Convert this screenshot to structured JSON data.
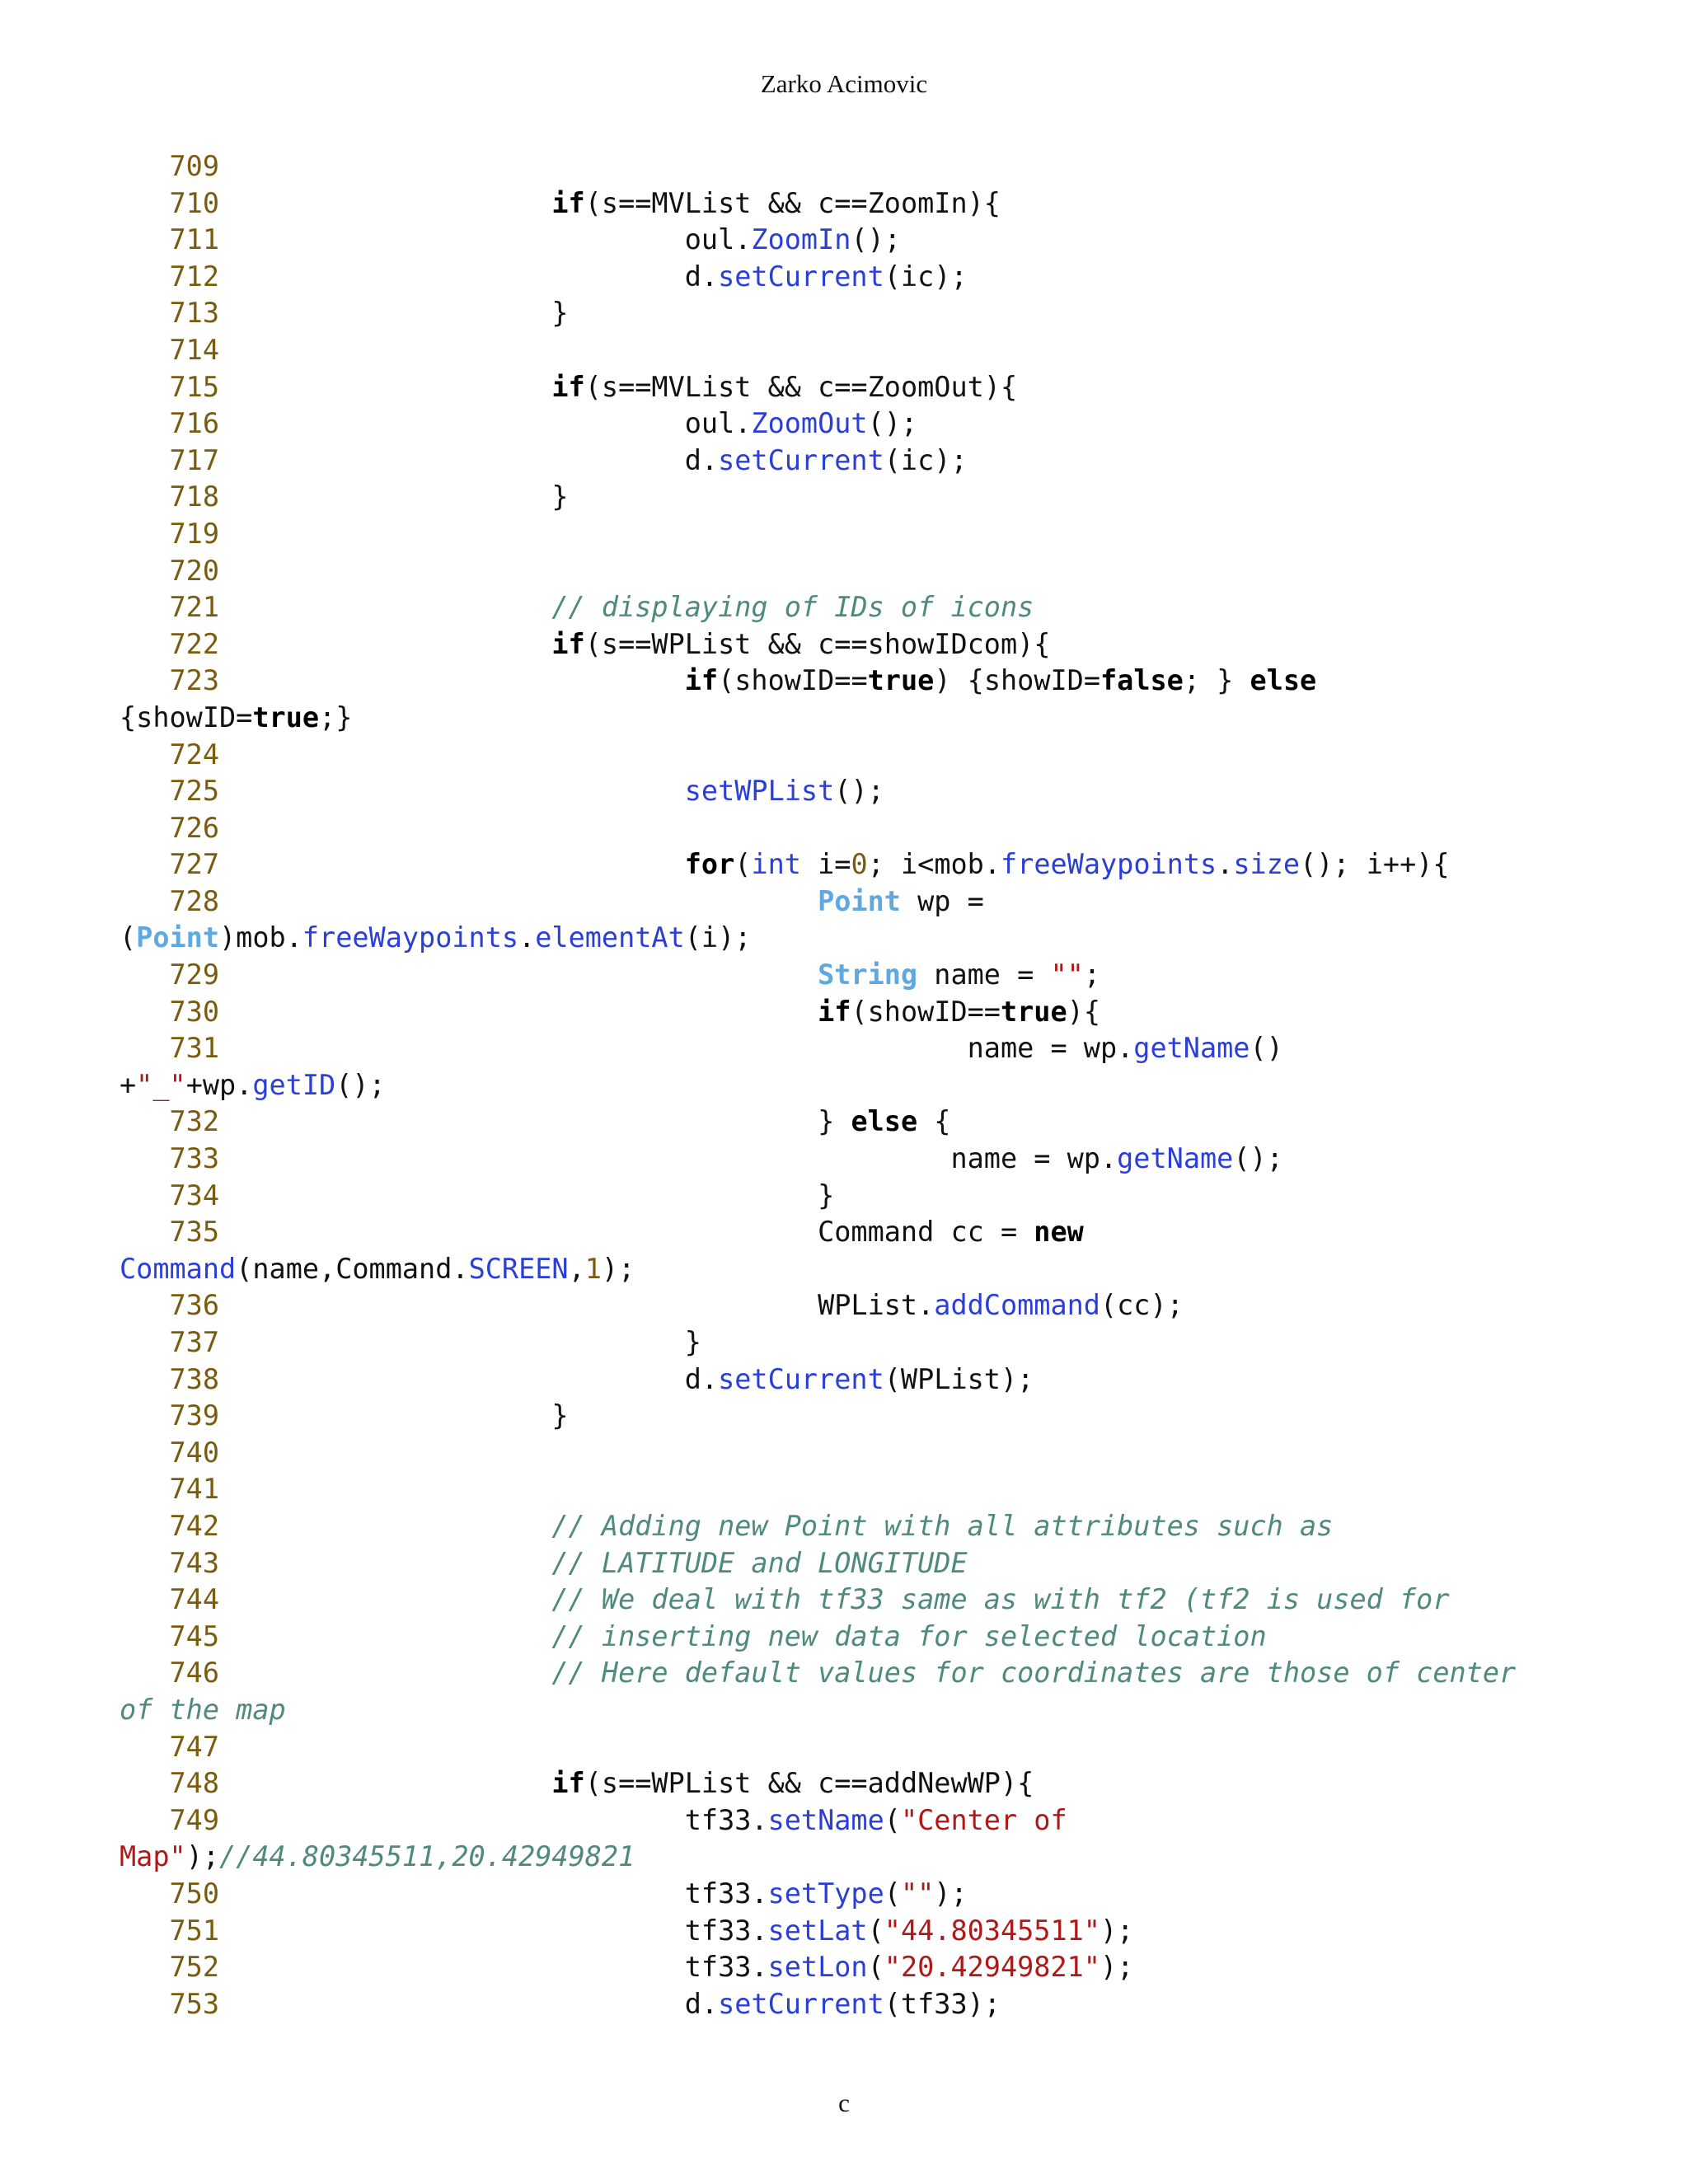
{
  "header": {
    "author": "Zarko Acimovic"
  },
  "footer": {
    "page_marker": "c"
  },
  "code_lines": [
    [
      [
        "ln",
        "   709"
      ]
    ],
    [
      [
        "ln",
        "   710"
      ],
      [
        "tx",
        "                    "
      ],
      [
        "kw",
        "if"
      ],
      [
        "tx",
        "(s==MVList && c==ZoomIn){"
      ]
    ],
    [
      [
        "ln",
        "   711"
      ],
      [
        "tx",
        "                            oul."
      ],
      [
        "fn",
        "ZoomIn"
      ],
      [
        "tx",
        "();"
      ]
    ],
    [
      [
        "ln",
        "   712"
      ],
      [
        "tx",
        "                            d."
      ],
      [
        "fn",
        "setCurrent"
      ],
      [
        "tx",
        "(ic);"
      ]
    ],
    [
      [
        "ln",
        "   713"
      ],
      [
        "tx",
        "                    }"
      ]
    ],
    [
      [
        "ln",
        "   714"
      ]
    ],
    [
      [
        "ln",
        "   715"
      ],
      [
        "tx",
        "                    "
      ],
      [
        "kw",
        "if"
      ],
      [
        "tx",
        "(s==MVList && c==ZoomOut){"
      ]
    ],
    [
      [
        "ln",
        "   716"
      ],
      [
        "tx",
        "                            oul."
      ],
      [
        "fn",
        "ZoomOut"
      ],
      [
        "tx",
        "();"
      ]
    ],
    [
      [
        "ln",
        "   717"
      ],
      [
        "tx",
        "                            d."
      ],
      [
        "fn",
        "setCurrent"
      ],
      [
        "tx",
        "(ic);"
      ]
    ],
    [
      [
        "ln",
        "   718"
      ],
      [
        "tx",
        "                    }"
      ]
    ],
    [
      [
        "ln",
        "   719"
      ]
    ],
    [
      [
        "ln",
        "   720"
      ]
    ],
    [
      [
        "ln",
        "   721"
      ],
      [
        "tx",
        "                    "
      ],
      [
        "cm",
        "// displaying of IDs of icons"
      ]
    ],
    [
      [
        "ln",
        "   722"
      ],
      [
        "tx",
        "                    "
      ],
      [
        "kw",
        "if"
      ],
      [
        "tx",
        "(s==WPList && c==showIDcom){"
      ]
    ],
    [
      [
        "ln",
        "   723"
      ],
      [
        "tx",
        "                            "
      ],
      [
        "kw",
        "if"
      ],
      [
        "tx",
        "(showID=="
      ],
      [
        "kw",
        "true"
      ],
      [
        "tx",
        ") {showID="
      ],
      [
        "kw",
        "false"
      ],
      [
        "tx",
        "; } "
      ],
      [
        "kw",
        "else"
      ]
    ],
    [
      [
        "tx",
        "{showID="
      ],
      [
        "kw",
        "true"
      ],
      [
        "tx",
        ";}"
      ]
    ],
    [
      [
        "ln",
        "   724"
      ]
    ],
    [
      [
        "ln",
        "   725"
      ],
      [
        "tx",
        "                            "
      ],
      [
        "fn",
        "setWPList"
      ],
      [
        "tx",
        "();"
      ]
    ],
    [
      [
        "ln",
        "   726"
      ]
    ],
    [
      [
        "ln",
        "   727"
      ],
      [
        "tx",
        "                            "
      ],
      [
        "kw",
        "for"
      ],
      [
        "tx",
        "("
      ],
      [
        "fn",
        "int"
      ],
      [
        "tx",
        " i="
      ],
      [
        "nm",
        "0"
      ],
      [
        "tx",
        "; i<mob."
      ],
      [
        "fn",
        "freeWaypoints"
      ],
      [
        "tx",
        "."
      ],
      [
        "fn",
        "size"
      ],
      [
        "tx",
        "(); i++){"
      ]
    ],
    [
      [
        "ln",
        "   728"
      ],
      [
        "tx",
        "                                    "
      ],
      [
        "ty",
        "Point"
      ],
      [
        "tx",
        " wp ="
      ]
    ],
    [
      [
        "tx",
        "("
      ],
      [
        "ty",
        "Point"
      ],
      [
        "tx",
        ")mob."
      ],
      [
        "fn",
        "freeWaypoints"
      ],
      [
        "tx",
        "."
      ],
      [
        "fn",
        "elementAt"
      ],
      [
        "tx",
        "(i);"
      ]
    ],
    [
      [
        "ln",
        "   729"
      ],
      [
        "tx",
        "                                    "
      ],
      [
        "ty",
        "String"
      ],
      [
        "tx",
        " name = "
      ],
      [
        "st",
        "\"\""
      ],
      [
        "tx",
        ";"
      ]
    ],
    [
      [
        "ln",
        "   730"
      ],
      [
        "tx",
        "                                    "
      ],
      [
        "kw",
        "if"
      ],
      [
        "tx",
        "(showID=="
      ],
      [
        "kw",
        "true"
      ],
      [
        "tx",
        "){"
      ]
    ],
    [
      [
        "ln",
        "   731"
      ],
      [
        "tx",
        "                                             name = wp."
      ],
      [
        "fn",
        "getName"
      ],
      [
        "tx",
        "()"
      ]
    ],
    [
      [
        "tx",
        "+"
      ],
      [
        "st",
        "\"_\""
      ],
      [
        "tx",
        "+wp."
      ],
      [
        "fn",
        "getID"
      ],
      [
        "tx",
        "();"
      ]
    ],
    [
      [
        "ln",
        "   732"
      ],
      [
        "tx",
        "                                    } "
      ],
      [
        "kw",
        "else"
      ],
      [
        "tx",
        " {"
      ]
    ],
    [
      [
        "ln",
        "   733"
      ],
      [
        "tx",
        "                                            name = wp."
      ],
      [
        "fn",
        "getName"
      ],
      [
        "tx",
        "();"
      ]
    ],
    [
      [
        "ln",
        "   734"
      ],
      [
        "tx",
        "                                    }"
      ]
    ],
    [
      [
        "ln",
        "   735"
      ],
      [
        "tx",
        "                                    Command cc = "
      ],
      [
        "kw",
        "new"
      ]
    ],
    [
      [
        "fn",
        "Command"
      ],
      [
        "tx",
        "(name,Command."
      ],
      [
        "fn",
        "SCREEN"
      ],
      [
        "tx",
        ","
      ],
      [
        "nm",
        "1"
      ],
      [
        "tx",
        ");"
      ]
    ],
    [
      [
        "ln",
        "   736"
      ],
      [
        "tx",
        "                                    WPList."
      ],
      [
        "fn",
        "addCommand"
      ],
      [
        "tx",
        "(cc);"
      ]
    ],
    [
      [
        "ln",
        "   737"
      ],
      [
        "tx",
        "                            }"
      ]
    ],
    [
      [
        "ln",
        "   738"
      ],
      [
        "tx",
        "                            d."
      ],
      [
        "fn",
        "setCurrent"
      ],
      [
        "tx",
        "(WPList);"
      ]
    ],
    [
      [
        "ln",
        "   739"
      ],
      [
        "tx",
        "                    }"
      ]
    ],
    [
      [
        "ln",
        "   740"
      ]
    ],
    [
      [
        "ln",
        "   741"
      ]
    ],
    [
      [
        "ln",
        "   742"
      ],
      [
        "tx",
        "                    "
      ],
      [
        "cm",
        "// Adding new Point with all attributes such as"
      ]
    ],
    [
      [
        "ln",
        "   743"
      ],
      [
        "tx",
        "                    "
      ],
      [
        "cm",
        "// LATITUDE and LONGITUDE"
      ]
    ],
    [
      [
        "ln",
        "   744"
      ],
      [
        "tx",
        "                    "
      ],
      [
        "cm",
        "// We deal with tf33 same as with tf2 (tf2 is used for"
      ]
    ],
    [
      [
        "ln",
        "   745"
      ],
      [
        "tx",
        "                    "
      ],
      [
        "cm",
        "// inserting new data for selected location"
      ]
    ],
    [
      [
        "ln",
        "   746"
      ],
      [
        "tx",
        "                    "
      ],
      [
        "cm",
        "// Here default values for coordinates are those of center"
      ]
    ],
    [
      [
        "cm",
        "of the map"
      ]
    ],
    [
      [
        "ln",
        "   747"
      ]
    ],
    [
      [
        "ln",
        "   748"
      ],
      [
        "tx",
        "                    "
      ],
      [
        "kw",
        "if"
      ],
      [
        "tx",
        "(s==WPList && c==addNewWP){"
      ]
    ],
    [
      [
        "ln",
        "   749"
      ],
      [
        "tx",
        "                            tf33."
      ],
      [
        "fn",
        "setName"
      ],
      [
        "tx",
        "("
      ],
      [
        "st",
        "\"Center of"
      ]
    ],
    [
      [
        "st",
        "Map\""
      ],
      [
        "tx",
        ");"
      ],
      [
        "cm",
        "//44.80345511,20.42949821"
      ]
    ],
    [
      [
        "ln",
        "   750"
      ],
      [
        "tx",
        "                            tf33."
      ],
      [
        "fn",
        "setType"
      ],
      [
        "tx",
        "("
      ],
      [
        "st",
        "\"\""
      ],
      [
        "tx",
        ");"
      ]
    ],
    [
      [
        "ln",
        "   751"
      ],
      [
        "tx",
        "                            tf33."
      ],
      [
        "fn",
        "setLat"
      ],
      [
        "tx",
        "("
      ],
      [
        "st",
        "\"44.80345511\""
      ],
      [
        "tx",
        ");"
      ]
    ],
    [
      [
        "ln",
        "   752"
      ],
      [
        "tx",
        "                            tf33."
      ],
      [
        "fn",
        "setLon"
      ],
      [
        "tx",
        "("
      ],
      [
        "st",
        "\"20.42949821\""
      ],
      [
        "tx",
        ");"
      ]
    ],
    [
      [
        "ln",
        "   753"
      ],
      [
        "tx",
        "                            d."
      ],
      [
        "fn",
        "setCurrent"
      ],
      [
        "tx",
        "(tf33);"
      ]
    ]
  ]
}
